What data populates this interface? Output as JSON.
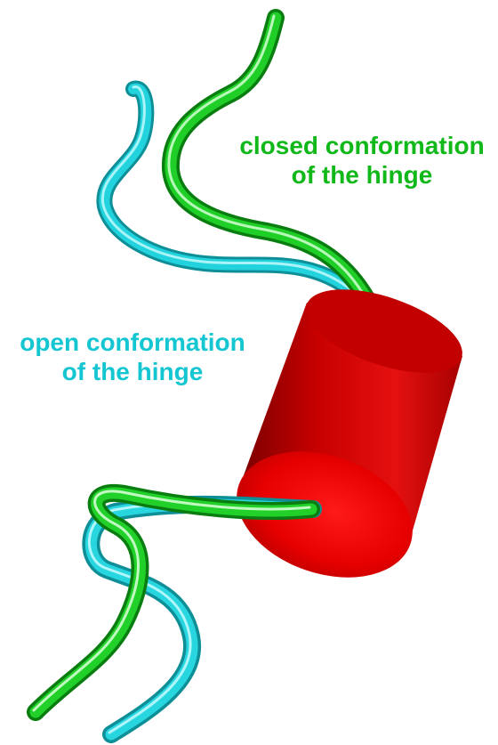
{
  "labels": {
    "closed": {
      "line1": "closed conformation",
      "line2": "of the hinge"
    },
    "open": {
      "line1": "open conformation",
      "line2": "of the hinge"
    }
  },
  "colors": {
    "closed_hinge": "#11b81a",
    "open_hinge": "#14c6d2",
    "helix_cylinder": "#d40000",
    "background": "#ffffff"
  }
}
